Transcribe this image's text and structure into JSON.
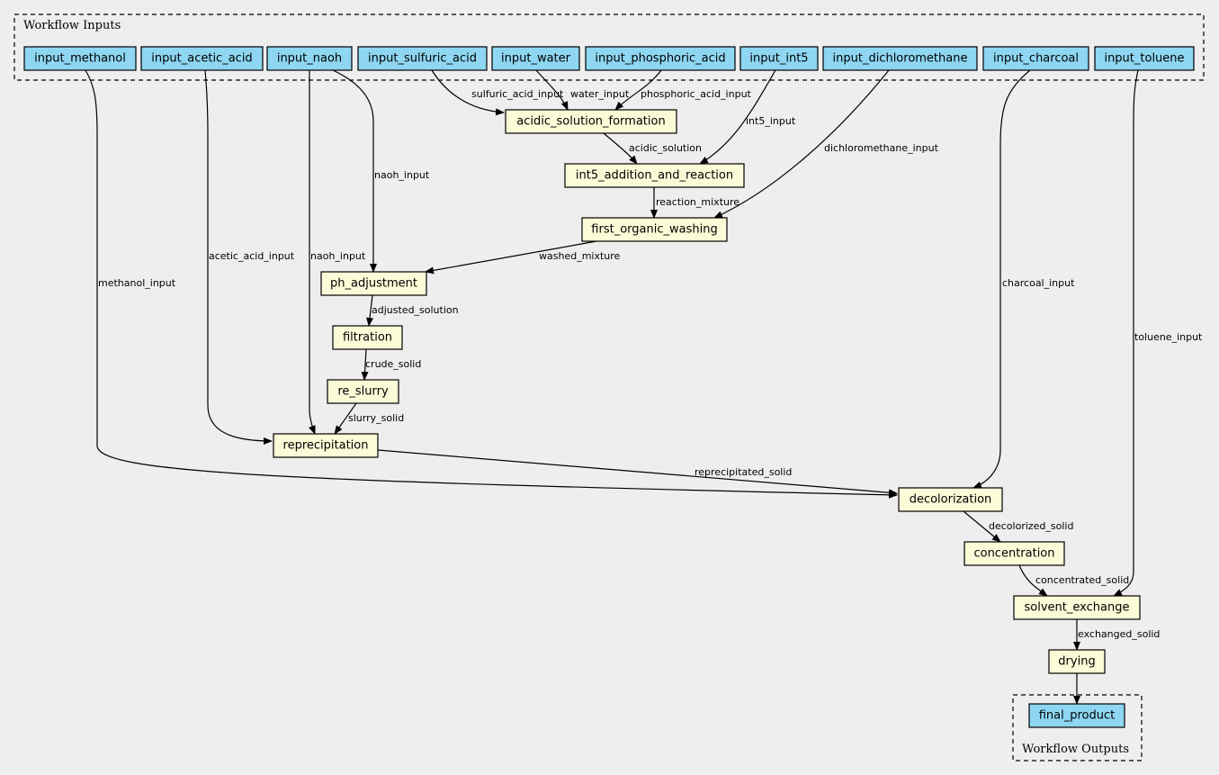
{
  "clusters": {
    "inputs": "Workflow Inputs",
    "outputs": "Workflow Outputs"
  },
  "nodes": {
    "input_methanol": "input_methanol",
    "input_acetic_acid": "input_acetic_acid",
    "input_naoh": "input_naoh",
    "input_sulfuric_acid": "input_sulfuric_acid",
    "input_water": "input_water",
    "input_phosphoric_acid": "input_phosphoric_acid",
    "input_int5": "input_int5",
    "input_dichloromethane": "input_dichloromethane",
    "input_charcoal": "input_charcoal",
    "input_toluene": "input_toluene",
    "acidic_solution_formation": "acidic_solution_formation",
    "int5_addition_and_reaction": "int5_addition_and_reaction",
    "first_organic_washing": "first_organic_washing",
    "ph_adjustment": "ph_adjustment",
    "filtration": "filtration",
    "re_slurry": "re_slurry",
    "reprecipitation": "reprecipitation",
    "decolorization": "decolorization",
    "concentration": "concentration",
    "solvent_exchange": "solvent_exchange",
    "drying": "drying",
    "final_product": "final_product"
  },
  "edges": {
    "sulfuric_acid_input": "sulfuric_acid_input",
    "water_input": "water_input",
    "phosphoric_acid_input": "phosphoric_acid_input",
    "int5_input": "int5_input",
    "acidic_solution": "acidic_solution",
    "dichloromethane_input": "dichloromethane_input",
    "reaction_mixture": "reaction_mixture",
    "naoh_input_1": "naoh_input",
    "naoh_input_2": "naoh_input",
    "acetic_acid_input": "acetic_acid_input",
    "methanol_input": "methanol_input",
    "washed_mixture": "washed_mixture",
    "charcoal_input": "charcoal_input",
    "adjusted_solution": "adjusted_solution",
    "toluene_input": "toluene_input",
    "crude_solid": "crude_solid",
    "slurry_solid": "slurry_solid",
    "reprecipitated_solid": "reprecipitated_solid",
    "decolorized_solid": "decolorized_solid",
    "concentrated_solid": "concentrated_solid",
    "exchanged_solid": "exchanged_solid"
  }
}
